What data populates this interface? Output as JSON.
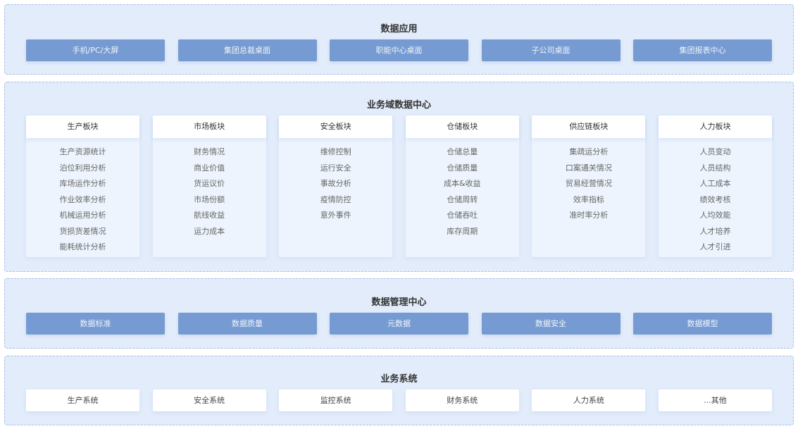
{
  "data_application": {
    "title": "数据应用",
    "buttons": [
      "手机/PC/大屏",
      "集团总裁桌面",
      "职能中心桌面",
      "子公司桌面",
      "集团报表中心"
    ]
  },
  "business_domain": {
    "title": "业务域数据中心",
    "blocks": [
      {
        "name": "生产板块",
        "items": [
          "生产资源统计",
          "泊位利用分析",
          "库场运作分析",
          "作业效率分析",
          "机械运用分析",
          "货损货差情况",
          "能耗统计分析"
        ]
      },
      {
        "name": "市场板块",
        "items": [
          "财务情况",
          "商业价值",
          "货运议价",
          "市场份额",
          "航线收益",
          "运力成本"
        ]
      },
      {
        "name": "安全板块",
        "items": [
          "维修控制",
          "运行安全",
          "事故分析",
          "疫情防控",
          "意外事件"
        ]
      },
      {
        "name": "仓储板块",
        "items": [
          "仓储总量",
          "仓储质量",
          "成本&收益",
          "仓储周转",
          "仓储吞吐",
          "库存周期"
        ]
      },
      {
        "name": "供应链板块",
        "items": [
          "集疏运分析",
          "口案通关情况",
          "贸易经营情况",
          "效率指标",
          "准时率分析"
        ]
      },
      {
        "name": "人力板块",
        "items": [
          "人员变动",
          "人员结构",
          "人工成本",
          "绩效考核",
          "人均效能",
          "人才培养",
          "人才引进"
        ]
      }
    ]
  },
  "data_management": {
    "title": "数据管理中心",
    "buttons": [
      "数据标准",
      "数据质量",
      "元数据",
      "数据安全",
      "数据模型"
    ]
  },
  "business_systems": {
    "title": "业务系统",
    "buttons": [
      "生产系统",
      "安全系统",
      "监控系统",
      "财务系统",
      "人力系统",
      "...其他"
    ]
  },
  "colors": {
    "panel_bg": "#e2ecfa",
    "panel_border": "#a8c0e6",
    "button_blue": "#769bd2",
    "column_bg": "#edf4fe"
  }
}
